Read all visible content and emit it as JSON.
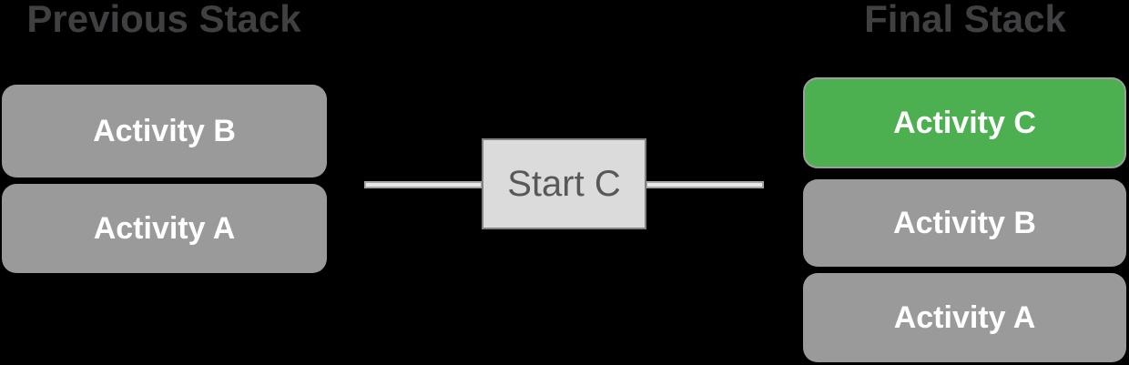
{
  "diagram": {
    "background_color": "#000000",
    "previous_stack": {
      "title": "Previous Stack",
      "items": [
        {
          "label": "Activity B",
          "color": "#9A9A9A"
        },
        {
          "label": "Activity A",
          "color": "#9A9A9A"
        }
      ]
    },
    "transition": {
      "label": "Start C",
      "fill_color": "#DBDBDB",
      "border_color": "#828282",
      "text_color": "#58585A",
      "connector_color": "#E8E8E8"
    },
    "final_stack": {
      "title": "Final Stack",
      "items": [
        {
          "label": "Activity C",
          "color": "#4CAF50"
        },
        {
          "label": "Activity B",
          "color": "#9A9A9A"
        },
        {
          "label": "Activity A",
          "color": "#9A9A9A"
        }
      ]
    },
    "colors": {
      "title_text": "#404042",
      "box_text": "#FFFFFF",
      "gray_box": "#9A9A9A",
      "green_box": "#4CAF50",
      "green_border": "#9E9E9E"
    }
  }
}
